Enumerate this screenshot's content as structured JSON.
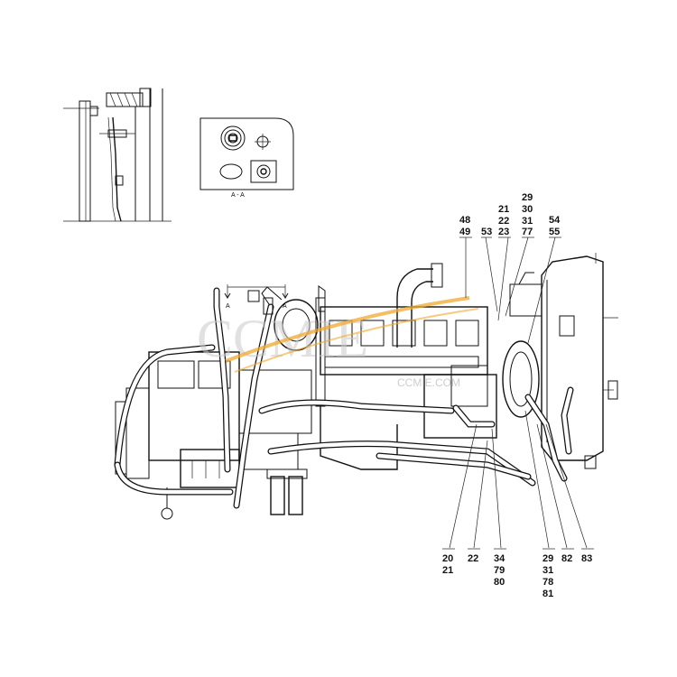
{
  "callouts": {
    "c48_49": [
      "48",
      "49"
    ],
    "c53": [
      "53"
    ],
    "c21_77": [
      "29",
      "30",
      "31",
      "77"
    ],
    "c21_23": [
      "21",
      "22",
      "23"
    ],
    "c54_55": [
      "54",
      "55"
    ],
    "c20_21": [
      "20",
      "21"
    ],
    "c22": [
      "22"
    ],
    "c34_80": [
      "34",
      "79",
      "80"
    ],
    "c29_81": [
      "29",
      "31",
      "78",
      "81"
    ],
    "c82": [
      "82"
    ],
    "c83": [
      "83"
    ]
  },
  "section_labels": {
    "detail": "A - A",
    "left_a": "A",
    "right_a": "A"
  },
  "watermark": {
    "brand": "CCMIE",
    "sub": "CCMIE.COM"
  },
  "colors": {
    "line": "#111111",
    "watermark_swoosh": "#f0a830"
  }
}
